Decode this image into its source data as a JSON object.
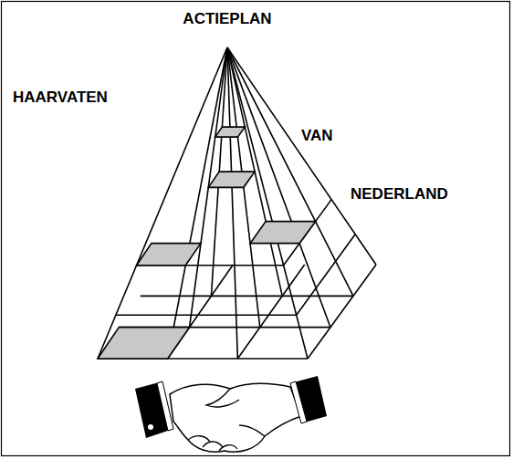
{
  "diagram": {
    "labels": [
      "ACTIEPLAN",
      "HAARVATEN",
      "VAN",
      "NEDERLAND"
    ]
  }
}
